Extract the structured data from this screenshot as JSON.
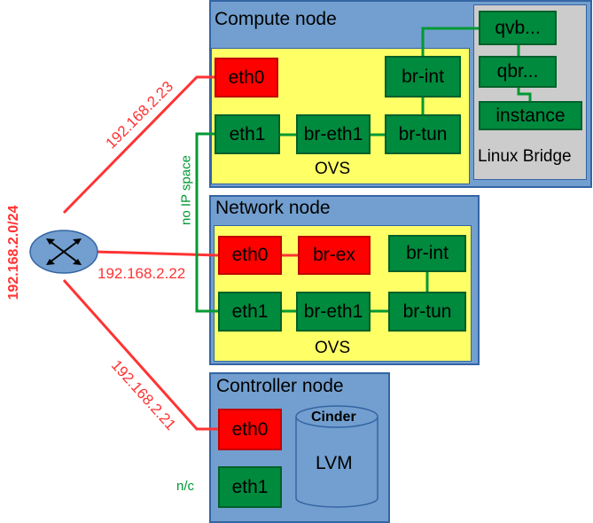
{
  "compute": {
    "title": "Compute node",
    "eth0": "eth0",
    "eth1": "eth1",
    "br_eth1": "br-eth1",
    "br_tun": "br-tun",
    "br_int": "br-int",
    "ovs_label": "OVS",
    "linux_bridge": {
      "label": "Linux Bridge",
      "qvb": "qvb...",
      "qbr": "qbr...",
      "instance": "instance"
    }
  },
  "network": {
    "title": "Network node",
    "eth0": "eth0",
    "br_ex": "br-ex",
    "br_int": "br-int",
    "eth1": "eth1",
    "br_eth1": "br-eth1",
    "br_tun": "br-tun",
    "ovs_label": "OVS"
  },
  "controller": {
    "title": "Controller node",
    "eth0": "eth0",
    "eth1": "eth1",
    "cinder": "Cinder",
    "lvm": "LVM",
    "eth1_note": "n/c"
  },
  "network_labels": {
    "subnet": "192.168.2.0/24",
    "ip_compute": "192.168.2.23",
    "ip_network": "192.168.2.22",
    "ip_controller": "192.168.2.21",
    "no_ip_space": "no IP space"
  },
  "colors": {
    "node_fill": "#729fcf",
    "ovs_fill": "#ffff66",
    "green_box": "#008a3e",
    "red_box": "#ff0000",
    "red_line": "#ff3333",
    "green_line": "#009933"
  },
  "icons": {
    "router": "router-icon"
  }
}
